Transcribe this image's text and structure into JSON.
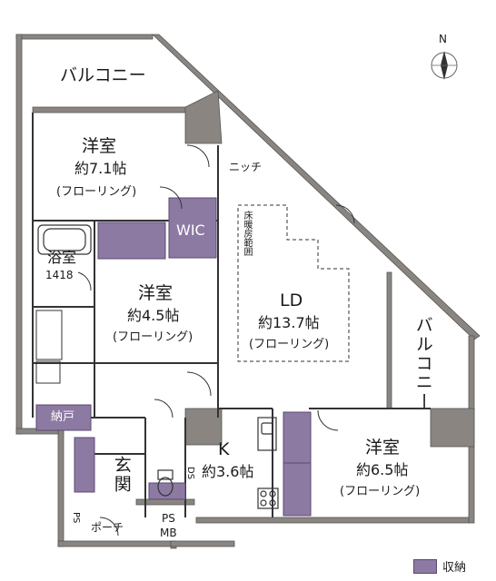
{
  "north_label": "N",
  "legend": {
    "label": "収納",
    "color": "#8c7aa3"
  },
  "colors": {
    "wall": "#8a8580",
    "storage": "#8c7aa3",
    "line": "#333333"
  },
  "rooms": {
    "balcony_top": {
      "name": "バルコニー"
    },
    "western1": {
      "name": "洋室",
      "size": "約7.1帖",
      "floor": "(フローリング)"
    },
    "niche": {
      "name": "ニッチ"
    },
    "wic": {
      "name": "WIC"
    },
    "floor_heating": {
      "text": "床暖房範囲"
    },
    "bath": {
      "name": "浴室",
      "size_code": "1418"
    },
    "western2": {
      "name": "洋室",
      "size": "約4.5帖",
      "floor": "(フローリング)"
    },
    "ld": {
      "name": "LD",
      "size": "約13.7帖",
      "floor": "(フローリング)"
    },
    "balcony_right": {
      "name": "バルコニー"
    },
    "closet": {
      "name": "納戸"
    },
    "entrance": {
      "name": "玄関"
    },
    "kitchen": {
      "name": "K",
      "size": "約3.6帖"
    },
    "ds": {
      "name": "DS"
    },
    "western3": {
      "name": "洋室",
      "size": "約6.5帖",
      "floor": "(フローリング)"
    },
    "ps_left": {
      "name": "PS"
    },
    "porch": {
      "name": "ポーチ"
    },
    "ps_mb": {
      "name": "PS",
      "sub": "MB"
    }
  }
}
